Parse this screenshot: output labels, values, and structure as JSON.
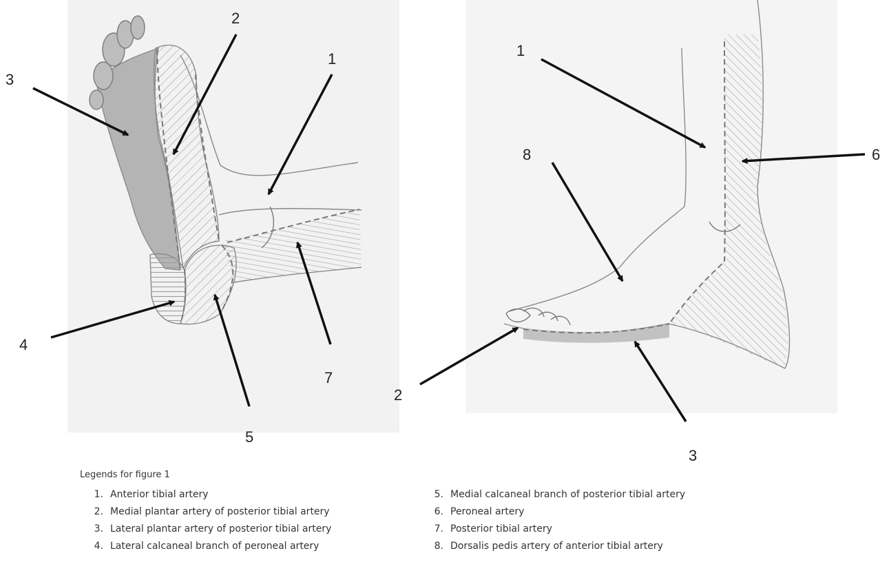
{
  "left_panel_labels": {
    "n1": "1",
    "n2": "2",
    "n3": "3",
    "n4": "4",
    "n5": "5",
    "n7": "7"
  },
  "right_panel_labels": {
    "n1": "1",
    "n2": "2",
    "n3": "3",
    "n6": "6",
    "n8": "8"
  },
  "legend": {
    "title": "Legends for figure 1",
    "items": [
      {
        "num": "1.",
        "text": "Anterior tibial artery"
      },
      {
        "num": "2.",
        "text": "Medial plantar artery of posterior tibial artery"
      },
      {
        "num": "3.",
        "text": "Lateral plantar artery of posterior tibial artery"
      },
      {
        "num": "4.",
        "text": "Lateral calcaneal branch of peroneal artery"
      },
      {
        "num": "5.",
        "text": "Medial calcaneal branch of posterior tibial artery"
      },
      {
        "num": "6.",
        "text": "Peroneal artery"
      },
      {
        "num": "7.",
        "text": "Posterior tibial artery"
      },
      {
        "num": "8.",
        "text": "Dorsalis pedis artery of anterior tibial artery"
      }
    ]
  }
}
